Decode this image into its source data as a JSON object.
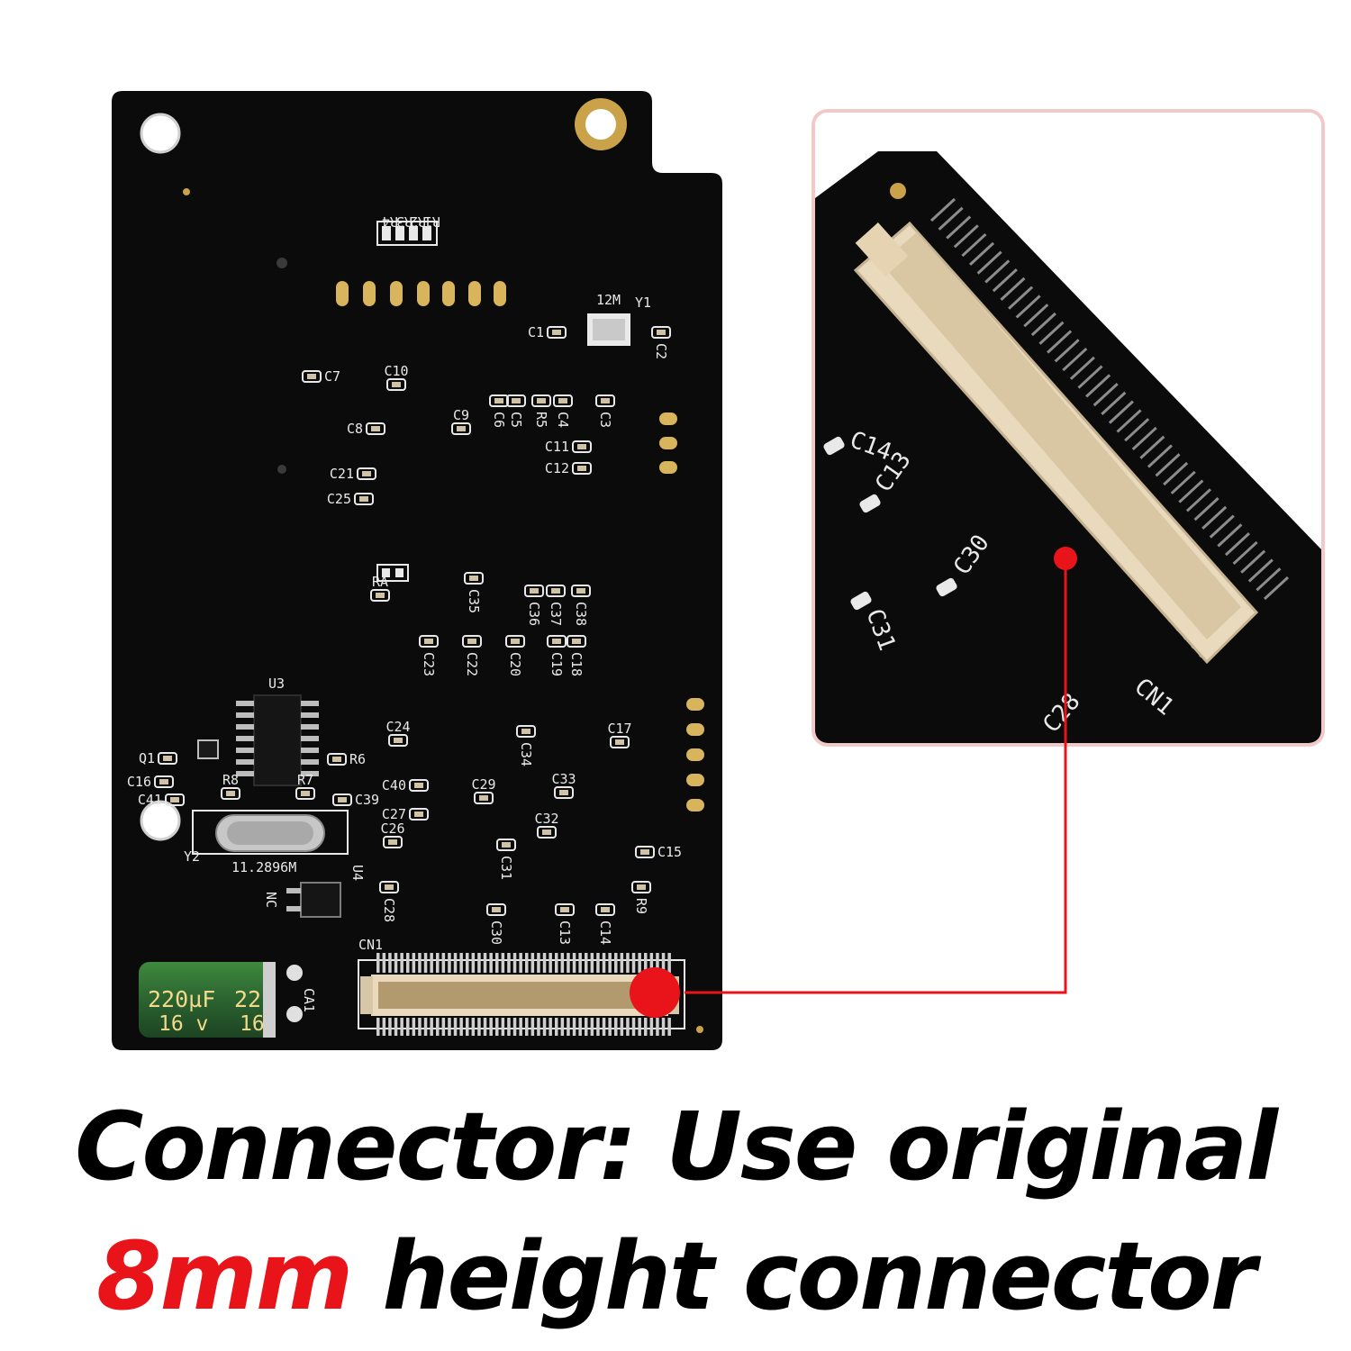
{
  "caption": {
    "line1": "Connector: Use original",
    "line2_highlight": "8mm",
    "line2_rest": " height connector"
  },
  "board": {
    "crystal_top_label": "12M",
    "crystal_top_ref": "Y1",
    "crystal_bottom_label": "11.2896M",
    "crystal_bottom_ref": "Y2",
    "ic_ref": "U3",
    "regulator_ref": "U4",
    "regulator_pin_label": "NC",
    "connector_ref": "CN1",
    "capacitor_ref": "CA1",
    "capacitor_value": "220µF",
    "capacitor_voltage": "16 v",
    "capacitor_value_partial": "22",
    "capacitor_voltage_partial": "16",
    "resistor_array_labels": [
      "R4",
      "R3",
      "R2",
      "R1"
    ],
    "component_labels": [
      {
        "ref": "C1"
      },
      {
        "ref": "C2"
      },
      {
        "ref": "C3"
      },
      {
        "ref": "C4"
      },
      {
        "ref": "C5"
      },
      {
        "ref": "C6"
      },
      {
        "ref": "R5"
      },
      {
        "ref": "C7"
      },
      {
        "ref": "C8"
      },
      {
        "ref": "C9"
      },
      {
        "ref": "C10"
      },
      {
        "ref": "C11"
      },
      {
        "ref": "C12"
      },
      {
        "ref": "C21"
      },
      {
        "ref": "C25"
      },
      {
        "ref": "RA"
      },
      {
        "ref": "C35"
      },
      {
        "ref": "C36"
      },
      {
        "ref": "C37"
      },
      {
        "ref": "C38"
      },
      {
        "ref": "C23"
      },
      {
        "ref": "C22"
      },
      {
        "ref": "C20"
      },
      {
        "ref": "C19"
      },
      {
        "ref": "C18"
      },
      {
        "ref": "Q1"
      },
      {
        "ref": "C16"
      },
      {
        "ref": "C41"
      },
      {
        "ref": "R8"
      },
      {
        "ref": "R7"
      },
      {
        "ref": "C39"
      },
      {
        "ref": "R6"
      },
      {
        "ref": "C24"
      },
      {
        "ref": "C34"
      },
      {
        "ref": "C17"
      },
      {
        "ref": "C40"
      },
      {
        "ref": "C29"
      },
      {
        "ref": "C33"
      },
      {
        "ref": "C27"
      },
      {
        "ref": "C32"
      },
      {
        "ref": "C26"
      },
      {
        "ref": "C31"
      },
      {
        "ref": "C15"
      },
      {
        "ref": "C28"
      },
      {
        "ref": "C30"
      },
      {
        "ref": "C13"
      },
      {
        "ref": "C14"
      },
      {
        "ref": "R9"
      }
    ]
  },
  "zoom_inset": {
    "labels": [
      "C14",
      "C13",
      "C30",
      "C31",
      "CN1",
      "C28"
    ]
  },
  "colors": {
    "board": "#0b0b0b",
    "silkscreen": "#e9e9e9",
    "gold_pad": "#d8b45c",
    "connector_body": "#e9d9bd",
    "callout": "#e8141a",
    "inset_border": "#f2c9c9",
    "capacitor_body": "#2f6b2f"
  }
}
